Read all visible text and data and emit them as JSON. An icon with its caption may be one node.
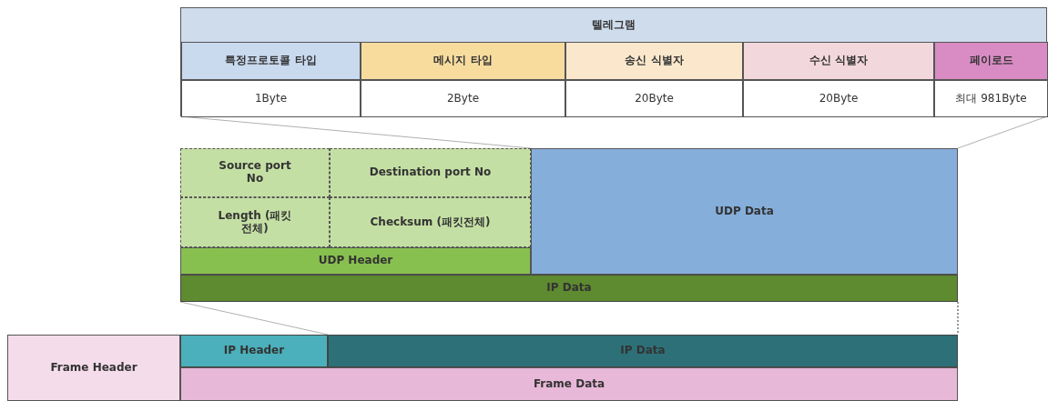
{
  "diagram": {
    "nodes": [
      {
        "text": [
          "텔레그램"
        ]
      },
      {
        "text": [
          "특정프로토콜 타입"
        ],
        "in": 0
      },
      {
        "text": [
          "메시지 타입"
        ],
        "in": 0
      },
      {
        "text": [
          "송신 식별자"
        ],
        "in": 0
      },
      {
        "text": [
          "수신 식별자"
        ],
        "in": 0
      },
      {
        "text": [
          "페이로드"
        ],
        "in": 0
      },
      {
        "text": [
          "1Byte"
        ],
        "in": 0
      },
      {
        "text": [
          "2Byte"
        ],
        "in": 0
      },
      {
        "text": [
          "20Byte"
        ],
        "in": 0
      },
      {
        "text": [
          "20Byte"
        ],
        "in": 0
      },
      {
        "text": [
          "최대 981Byte"
        ],
        "in": 0
      },
      {
        "text": [
          "Source port No"
        ]
      },
      {
        "text": [
          "Destination port No"
        ]
      },
      {
        "text": [
          "Length (패킷전체)"
        ]
      },
      {
        "text": [
          "Checksum (패킷전체)"
        ]
      },
      {
        "text": [
          "UDP Header"
        ]
      },
      {
        "text": [
          "UDP Data"
        ]
      },
      {
        "text": [
          "IP Data"
        ]
      },
      {
        "text": [
          "Frame Header"
        ]
      },
      {
        "text": [
          "IP Header"
        ]
      },
      {
        "text": [
          "IP Data"
        ]
      },
      {
        "text": [
          "Frame Data"
        ]
      }
    ],
    "edges": [
      {
        "from": 0,
        "to": 16,
        "arrow": "none"
      },
      {
        "from": 0,
        "to": 16,
        "arrow": "none"
      },
      {
        "from": 17,
        "to": 20,
        "arrow": "none"
      },
      {
        "from": 17,
        "to": 20,
        "arrow": "none",
        "style": "dashed",
        "color": "#333333"
      }
    ]
  }
}
